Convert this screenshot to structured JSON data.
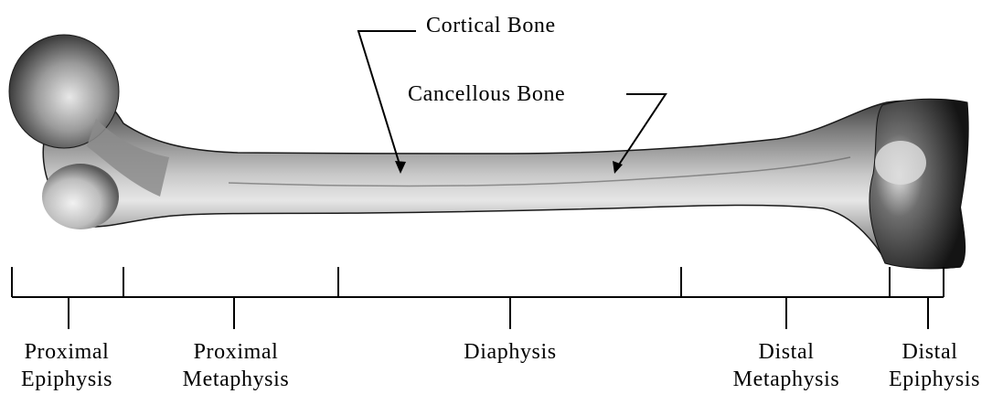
{
  "annotations": {
    "cortical": "Cortical Bone",
    "cancellous": "Cancellous Bone"
  },
  "regions": [
    {
      "line1": "Proximal",
      "line2": "Epiphysis"
    },
    {
      "line1": "Proximal",
      "line2": "Metaphysis"
    },
    {
      "line1": "Diaphysis",
      "line2": ""
    },
    {
      "line1": "Distal",
      "line2": "Metaphysis"
    },
    {
      "line1": "Distal",
      "line2": "Epiphysis"
    }
  ]
}
